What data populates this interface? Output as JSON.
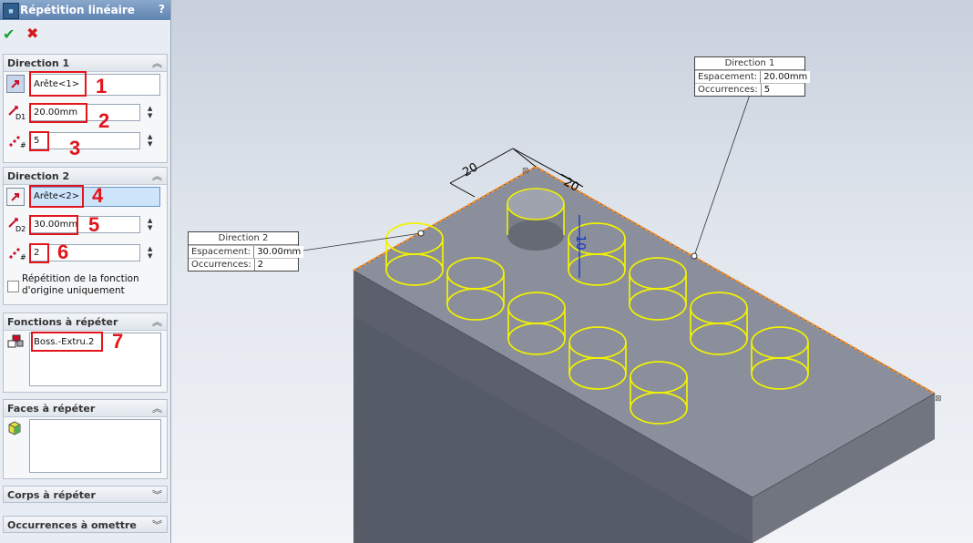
{
  "property_manager": {
    "title": "Répétition linéaire",
    "help_label": "?",
    "feature_icon_text": "▦",
    "ok_label": "✔",
    "cancel_label": "✖",
    "direction1": {
      "header": "Direction 1",
      "edge_value": "Arête<1>",
      "spacing_value": "20.00mm",
      "count_value": "5",
      "d_label": "D1"
    },
    "direction2": {
      "header": "Direction 2",
      "edge_value": "Arête<2>",
      "spacing_value": "30.00mm",
      "count_value": "2",
      "d_label": "D2",
      "seed_only_label": "Répétition de la fonction d'origine uniquement"
    },
    "features_to_pattern": {
      "header": "Fonctions à répéter",
      "item": "Boss.-Extru.2"
    },
    "faces_to_pattern": {
      "header": "Faces à répéter"
    },
    "bodies_to_pattern": {
      "header": "Corps à répéter"
    },
    "instances_to_skip": {
      "header": "Occurrences à omettre"
    },
    "annotations": [
      "1",
      "2",
      "3",
      "4",
      "5",
      "6",
      "7"
    ]
  },
  "viewport": {
    "callout_d1": {
      "header": "Direction 1",
      "spacing_label": "Espacement:",
      "spacing_value": "20.00mm",
      "count_label": "Occurrences:",
      "count_value": "5"
    },
    "callout_d2": {
      "header": "Direction 2",
      "spacing_label": "Espacement:",
      "spacing_value": "30.00mm",
      "count_label": "Occurrences:",
      "count_value": "2"
    },
    "dim_a": "20",
    "dim_b": "20",
    "dim_height": "10"
  },
  "colors": {
    "accent_red": "#e2151c",
    "preview_yellow": "#f2f200",
    "edge_orange": "#ff8c1a",
    "plate_top": "#8a8f9b",
    "plate_side": "#5b606c"
  }
}
